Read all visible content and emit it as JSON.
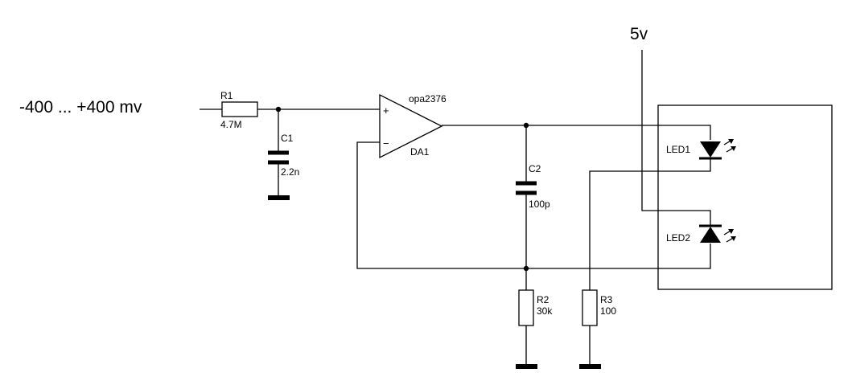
{
  "input_label": "-400 ... +400 mv",
  "supply_label": "5v",
  "components": {
    "r1": {
      "ref": "R1",
      "value": "4.7M"
    },
    "c1": {
      "ref": "C1",
      "value": "2.2n"
    },
    "da1": {
      "ref": "DA1",
      "part": "opa2376",
      "plus": "+",
      "minus": "−"
    },
    "c2": {
      "ref": "C2",
      "value": "100p"
    },
    "r2": {
      "ref": "R2",
      "value": "30k"
    },
    "r3": {
      "ref": "R3",
      "value": "100"
    },
    "led1": {
      "ref": "LED1"
    },
    "led2": {
      "ref": "LED2"
    }
  }
}
